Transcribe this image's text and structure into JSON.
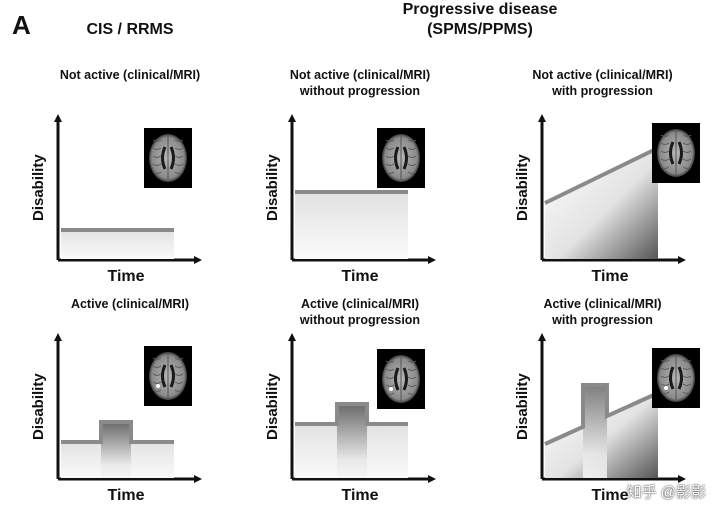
{
  "panel_letter": "A",
  "groups": [
    {
      "title": "CIS / RRMS"
    },
    {
      "title_line1": "Progressive disease",
      "title_line2": "(SPMS/PPMS)"
    }
  ],
  "axis": {
    "y_label": "Disability",
    "x_label": "Time"
  },
  "panels": [
    {
      "caption_line1": "Not active (clinical/MRI)",
      "caption_line2": "",
      "pattern": "flat-low"
    },
    {
      "caption_line1": "Not active (clinical/MRI)",
      "caption_line2": "without progression",
      "pattern": "flat-high"
    },
    {
      "caption_line1": "Not active (clinical/MRI)",
      "caption_line2": "with progression",
      "pattern": "ramp"
    },
    {
      "caption_line1": "Active (clinical/MRI)",
      "caption_line2": "",
      "pattern": "flat-low-bump"
    },
    {
      "caption_line1": "Active (clinical/MRI)",
      "caption_line2": "without progression",
      "pattern": "flat-high-bump"
    },
    {
      "caption_line1": "Active (clinical/MRI)",
      "caption_line2": "with progression",
      "pattern": "ramp-bump"
    }
  ],
  "colors": {
    "line": "#8a8a8a",
    "fill": "#f2f2f2",
    "dark": "#5a5a5a",
    "mri_bg": "#000000",
    "mri_brain": "#9c9c9c"
  },
  "watermark": "知乎 @影影"
}
